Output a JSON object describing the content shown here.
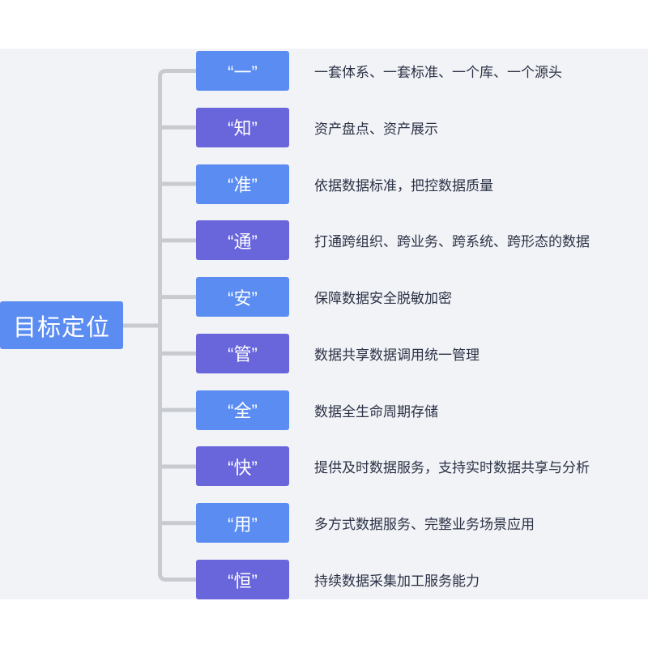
{
  "root": {
    "label": "目标定位"
  },
  "nodes": [
    {
      "keyword": "“一”",
      "description": "一套体系、一套标准、一个库、一个源头",
      "variant": "blue"
    },
    {
      "keyword": "“知”",
      "description": "资产盘点、资产展示",
      "variant": "purple"
    },
    {
      "keyword": "“准”",
      "description": "依据数据标准，把控数据质量",
      "variant": "blue"
    },
    {
      "keyword": "“通”",
      "description": "打通跨组织、跨业务、跨系统、跨形态的数据",
      "variant": "purple"
    },
    {
      "keyword": "“安”",
      "description": "保障数据安全脱敏加密",
      "variant": "blue"
    },
    {
      "keyword": "“管”",
      "description": "数据共享数据调用统一管理",
      "variant": "purple"
    },
    {
      "keyword": "“全”",
      "description": "数据全生命周期存储",
      "variant": "blue"
    },
    {
      "keyword": "“快”",
      "description": "提供及时数据服务，支持实时数据共享与分析",
      "variant": "purple"
    },
    {
      "keyword": "“用”",
      "description": "多方式数据服务、完整业务场景应用",
      "variant": "blue"
    },
    {
      "keyword": "“恒”",
      "description": "持续数据采集加工服务能力",
      "variant": "purple"
    }
  ],
  "colors": {
    "node_blue": "#5b8cf2",
    "node_purple": "#6966dc",
    "node_text": "#ffffff",
    "connector": "#c7cacf",
    "canvas_background": "#f2f3f7",
    "description_text": "#2b3245"
  }
}
